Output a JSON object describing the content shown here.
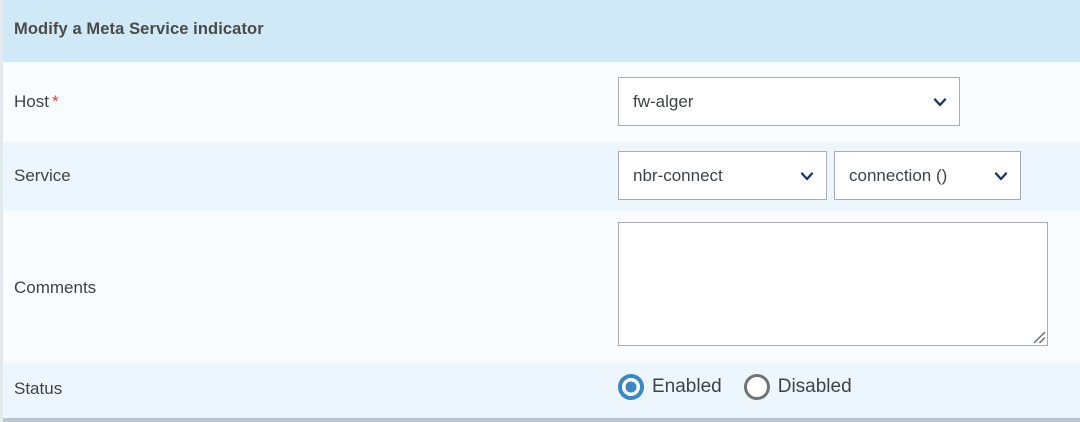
{
  "panel": {
    "title": "Modify a Meta Service indicator",
    "header_bg": "#cfe9f7",
    "row_bg_odd": "#f8fcfe",
    "row_bg_even": "#eef6fd"
  },
  "rows": {
    "host": {
      "label": "Host",
      "required_marker": "*",
      "select": {
        "value": "fw-alger",
        "icon": "chevron-down-icon"
      }
    },
    "service": {
      "label": "Service",
      "service_select": {
        "value": "nbr-connect",
        "icon": "chevron-down-icon"
      },
      "metric_select": {
        "value": "connection ()",
        "icon": "chevron-down-icon"
      }
    },
    "comments": {
      "label": "Comments",
      "textarea": {
        "value": "",
        "placeholder": "",
        "resize_handle": "resize-grip-icon"
      }
    },
    "status": {
      "label": "Status",
      "options": [
        {
          "label": "Enabled",
          "selected": true
        },
        {
          "label": "Disabled",
          "selected": false
        }
      ]
    }
  },
  "colors": {
    "chevron": "#1f3864",
    "required_star": "#e8403a",
    "radio_selected": "#3a87c8",
    "radio_unselected": "#6f7376",
    "text": "#3f4346"
  }
}
